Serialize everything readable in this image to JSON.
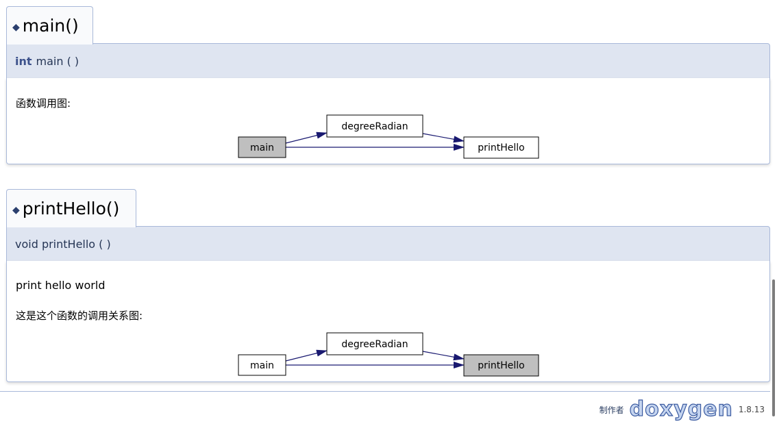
{
  "members": [
    {
      "tab_title": "main()",
      "proto_keyword": "int",
      "proto_sig": "main ( )",
      "description": "",
      "graph_caption": "函数调用图:",
      "graph": {
        "nodes": [
          "main",
          "degreeRadian",
          "printHello"
        ],
        "highlighted": "main"
      }
    },
    {
      "tab_title": "printHello()",
      "proto_keyword": "",
      "proto_sig": "void printHello ( )",
      "description": "print hello world",
      "graph_caption": "这是这个函数的调用关系图:",
      "graph": {
        "nodes": [
          "main",
          "degreeRadian",
          "printHello"
        ],
        "highlighted": "printHello"
      }
    }
  ],
  "footer": {
    "made_by": "制作者",
    "logo": "doxygen",
    "version": "1.8.13"
  },
  "colors": {
    "highlight_node": "#bfbfbf",
    "edge": "#191970",
    "header_bg": "#dfe5f1",
    "border": "#a8b8d9"
  },
  "icons": {
    "member_marker": "diamond-icon"
  }
}
